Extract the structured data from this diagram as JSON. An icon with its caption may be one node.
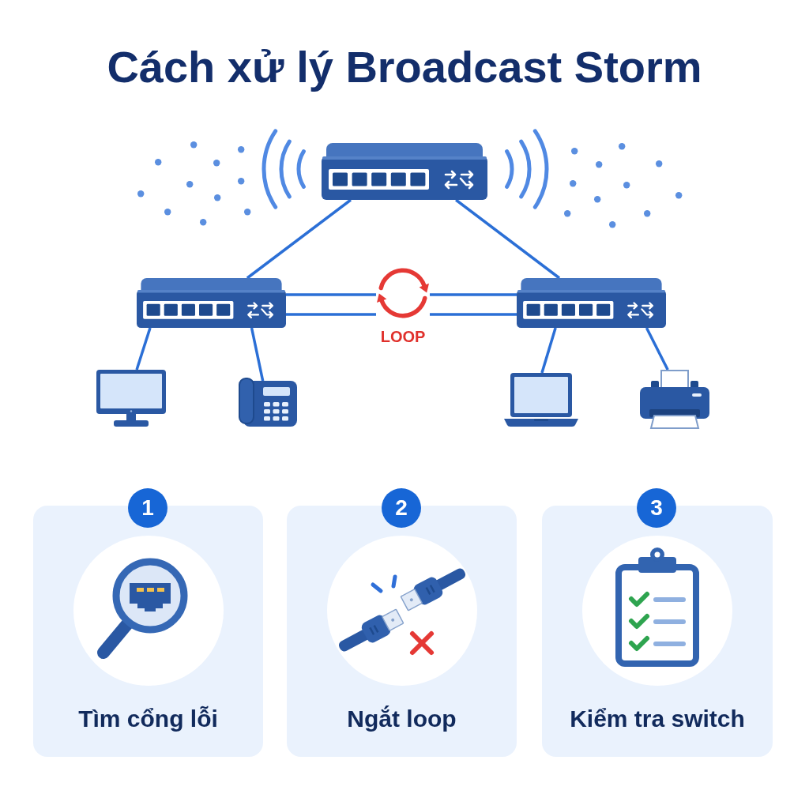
{
  "diagram": {
    "title": "Cách xử lý Broadcast Storm",
    "nodes": [
      {
        "text": [],
        "shape": "picture"
      },
      {
        "text": [],
        "shape": "picture"
      },
      {
        "text": [],
        "shape": "picture",
        "beside": [
          "LOOP"
        ]
      },
      {
        "text": [],
        "shape": "picture"
      },
      {
        "text": [],
        "shape": "picture"
      },
      {
        "text": [],
        "shape": "picture"
      },
      {
        "text": [],
        "shape": "picture"
      },
      {
        "text": [],
        "shape": "picture"
      },
      {
        "text": [
          "1"
        ]
      },
      {
        "text": [
          "2"
        ]
      },
      {
        "text": [
          "3"
        ]
      },
      {
        "text": [
          "Tìm cổng lỗi"
        ]
      },
      {
        "text": [
          "Ngắt loop"
        ]
      },
      {
        "text": [
          "Kiểm tra switch"
        ]
      }
    ],
    "edges": [
      {
        "from": 0,
        "to": 1,
        "arrow": "none"
      },
      {
        "from": 0,
        "to": 3,
        "arrow": "none"
      },
      {
        "from": 1,
        "to": 2,
        "arrow": "none"
      },
      {
        "from": 2,
        "to": 3,
        "arrow": "none"
      },
      {
        "from": 1,
        "to": 2,
        "arrow": "none"
      },
      {
        "from": 2,
        "to": 3,
        "arrow": "none"
      },
      {
        "from": 1,
        "to": 4,
        "arrow": "none"
      },
      {
        "from": 1,
        "to": 5,
        "arrow": "none"
      },
      {
        "from": 3,
        "to": 6,
        "arrow": "none"
      },
      {
        "from": 3,
        "to": 7,
        "arrow": "none"
      }
    ]
  }
}
